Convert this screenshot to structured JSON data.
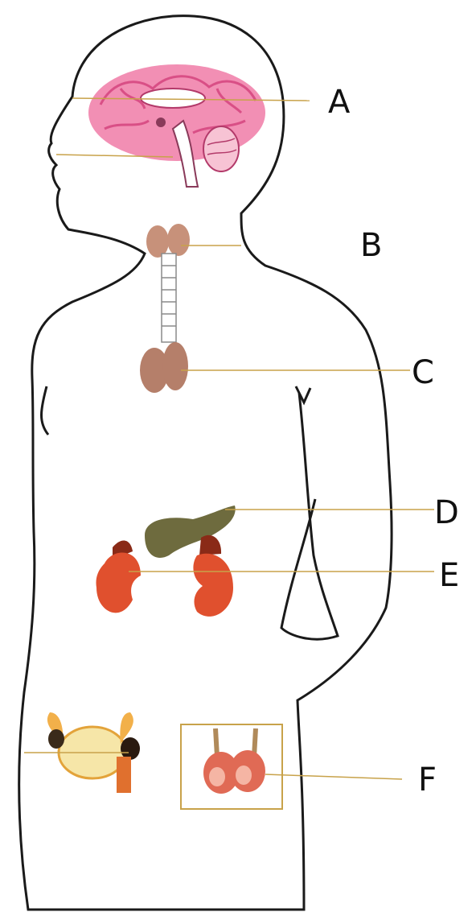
{
  "labels": {
    "a": "A",
    "b": "B",
    "c": "C",
    "d": "D",
    "e": "E",
    "f": "F"
  },
  "colors": {
    "outline": "#1a1a1a",
    "leader_line": "#c8a24a",
    "brain": "#f28fb4",
    "brain_dark": "#d94f86",
    "thyroid": "#c7917a",
    "thymus": "#b57f6a",
    "pancreas": "#6e6b3e",
    "kidney": "#e0502e",
    "adrenal": "#8a2a17",
    "ovary": "#f2b04a",
    "uterus": "#f6e6a8",
    "testis": "#e06a55",
    "box": "#c8a24a"
  },
  "organs": [
    "brain-pituitary-hypothalamus",
    "thyroid",
    "thymus",
    "pancreas",
    "adrenal-kidneys",
    "ovaries-testes"
  ]
}
